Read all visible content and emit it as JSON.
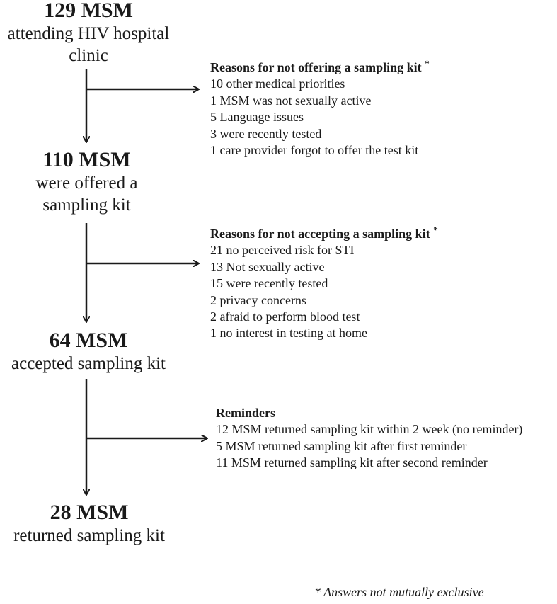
{
  "steps": [
    {
      "count": "129 MSM",
      "lines": [
        "attending HIV hospital",
        "clinic"
      ]
    },
    {
      "count": "110 MSM",
      "lines": [
        "were offered a",
        "sampling kit"
      ]
    },
    {
      "count": "64 MSM",
      "lines": [
        "accepted sampling kit"
      ]
    },
    {
      "count": "28 MSM",
      "lines": [
        "returned sampling kit"
      ]
    }
  ],
  "branches": [
    {
      "title": "Reasons for not offering a sampling kit",
      "marker": "*",
      "items": [
        "10 other medical priorities",
        "1 MSM was not sexually active",
        "5 Language issues",
        "3 were recently tested",
        "1 care provider forgot to offer the test kit"
      ]
    },
    {
      "title": "Reasons for not accepting a sampling kit",
      "marker": "*",
      "items": [
        "21 no perceived risk for STI",
        "13 Not sexually active",
        "15 were recently tested",
        "2 privacy concerns",
        "2 afraid to perform blood test",
        "1 no interest in testing at home"
      ]
    },
    {
      "title": "Reminders",
      "marker": "",
      "items": [
        "12 MSM returned sampling kit within 2 week (no reminder)",
        "5 MSM returned sampling kit after first reminder",
        "11 MSM returned sampling kit after second reminder"
      ]
    }
  ],
  "footnote": "* Answers not mutually exclusive"
}
